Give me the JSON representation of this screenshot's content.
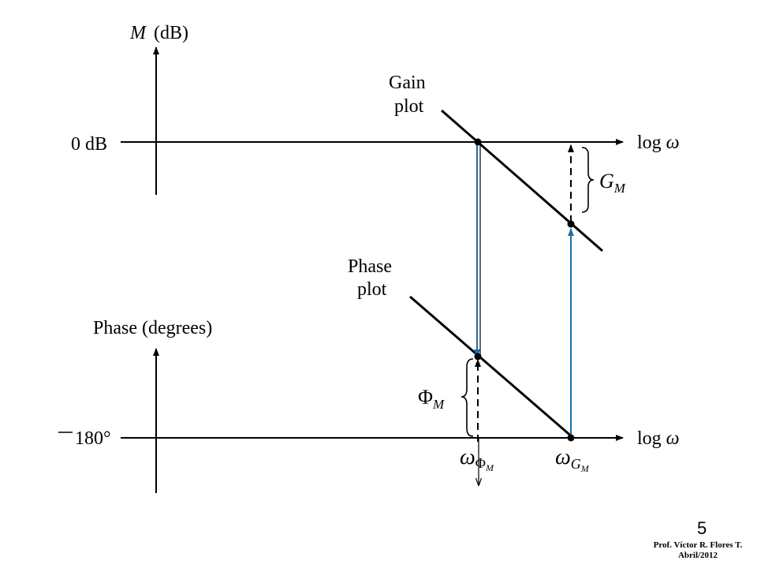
{
  "diagram": {
    "magnitude_axis_label": "M (dB)",
    "magnitude_axis_label_var": "M",
    "magnitude_axis_label_unit": "(dB)",
    "zero_db_label": "0 dB",
    "phase_axis_label": "Phase (degrees)",
    "minus_180_label": "180°",
    "log_omega_top": "log ω",
    "log_omega_bottom": "log ω",
    "gain_plot_label_line1": "Gain",
    "gain_plot_label_line2": "plot",
    "phase_plot_label_line1": "Phase",
    "phase_plot_label_line2": "plot",
    "gain_margin_symbol": "G",
    "gain_margin_subscript": "M",
    "phase_margin_symbol": "Φ",
    "phase_margin_subscript": "M",
    "omega_phi_symbol": "ω",
    "omega_phi_sub": "Φ",
    "omega_phi_subsub": "M",
    "omega_g_symbol": "ω",
    "omega_g_sub": "G",
    "omega_g_subsub": "M",
    "colors": {
      "line": "#000000",
      "arrow_blue": "#1f6fa3"
    }
  },
  "footer": {
    "page_number": "5",
    "author": "Prof. Víctor R. Flores T.",
    "date": "Abril/2012"
  }
}
